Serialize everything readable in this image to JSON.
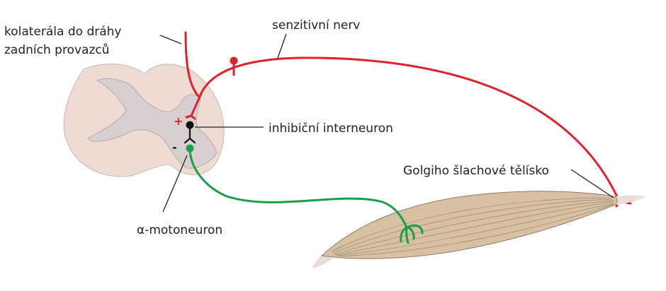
{
  "labels": {
    "collateral_line1": "kolaterála do dráhy",
    "collateral_line2": "zadních provazců",
    "sensory_nerve": "senzitivní nerv",
    "inhibitory_interneuron": "inhibiční interneuron",
    "golgi_organ": "Golgiho šlachové tělísko",
    "alpha_motoneuron": "α-motoneuron"
  },
  "signs": {
    "excitatory": "+",
    "inhibitory": "-"
  },
  "colors": {
    "sensory": "#e0202a",
    "motor": "#1a9e48",
    "interneuron": "#111111",
    "spinal_white_matter": "#eedcd3",
    "spinal_gray_matter": "#d8cfd1",
    "muscle": "#d8c0a2",
    "tendon": "#ecdcd8"
  }
}
